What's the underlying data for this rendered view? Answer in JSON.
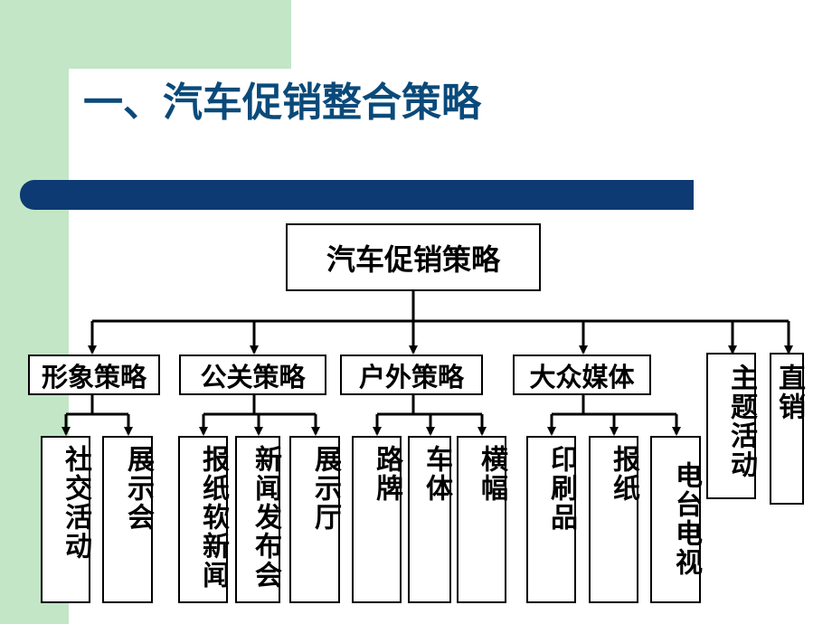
{
  "slide": {
    "title": "一、汽车促销整合策略",
    "colors": {
      "accent_green": "#c2e6c6",
      "title_color": "#0a4a7a",
      "bar_color": "#0d3a73"
    }
  },
  "diagram": {
    "root": "汽车促销策略",
    "categories": [
      {
        "label": "形象策略",
        "children": [
          "社交活动",
          "展示会"
        ]
      },
      {
        "label": "公关策略",
        "children": [
          "报纸软新闻",
          "新闻发布会",
          "展示厅"
        ]
      },
      {
        "label": "户外策略",
        "children": [
          "路牌",
          "车体",
          "横幅"
        ]
      },
      {
        "label": "大众媒体",
        "children": [
          "印刷品",
          "报纸",
          "电台电视"
        ]
      },
      {
        "label": "主题活动",
        "children": []
      },
      {
        "label": "直销",
        "children": []
      }
    ]
  }
}
